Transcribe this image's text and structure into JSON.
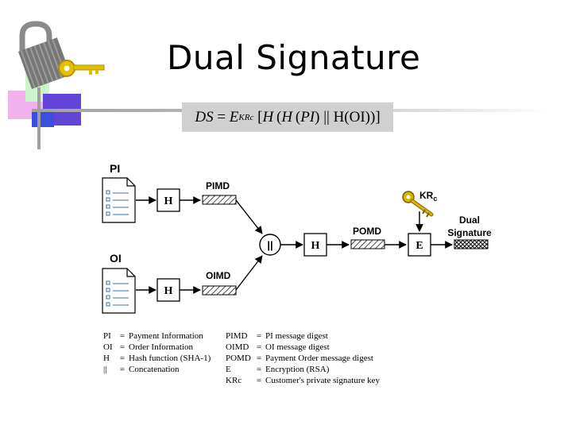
{
  "slide": {
    "title": "Dual Signature",
    "formula": {
      "lhs": "DS",
      "eq": "=",
      "E": "E",
      "sub": "KRc",
      "open": "[",
      "H1": "H",
      "H2": "H",
      "PI": "PI",
      "concat": "||",
      "tail": "H(OI))]"
    }
  },
  "diagram": {
    "pi_label": "PI",
    "oi_label": "OI",
    "h_label": "H",
    "pimd_label": "PIMD",
    "oimd_label": "OIMD",
    "concat_label": "||",
    "pomd_label": "POMD",
    "e_label": "E",
    "key_label": "KR",
    "key_sub": "c",
    "output_line1": "Dual",
    "output_line2": "Signature"
  },
  "legend": {
    "left": [
      {
        "term": "PI",
        "def": "Payment Information"
      },
      {
        "term": "OI",
        "def": "Order Information"
      },
      {
        "term": "H",
        "def": "Hash function (SHA-1)"
      },
      {
        "term": "||",
        "def": "Concatenation"
      }
    ],
    "right": [
      {
        "term": "PIMD",
        "def": "PI message digest"
      },
      {
        "term": "OIMD",
        "def": "OI message digest"
      },
      {
        "term": "POMD",
        "def": "Payment Order message digest"
      },
      {
        "term": "E",
        "def": "Encryption (RSA)"
      },
      {
        "term": "KRc",
        "def": "Customer's private signature key"
      }
    ],
    "eq_sign": "="
  },
  "colors": {
    "decor_pink": "#f0a0e8",
    "decor_purple": "#5a3fd0",
    "decor_blue": "#3b4fe0",
    "decor_green": "#c8f0c8",
    "key_gold": "#d9b400",
    "lock_gray": "#6b6b6b"
  }
}
